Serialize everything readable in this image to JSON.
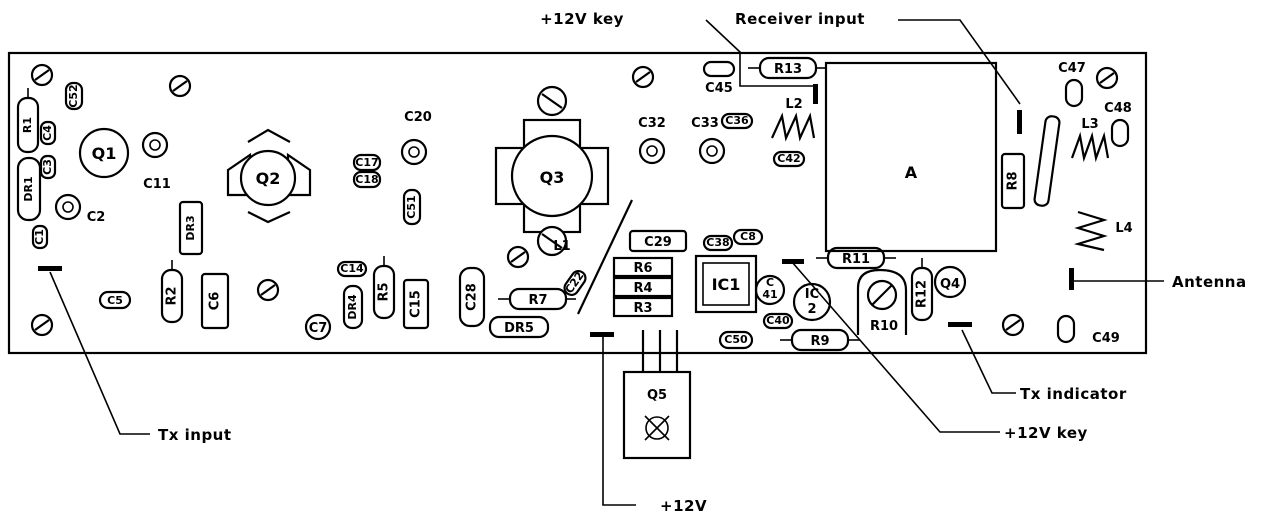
{
  "callouts": {
    "key_top": "+12V key",
    "receiver_input": "Receiver input",
    "antenna": "Antenna",
    "tx_indicator": "Tx indicator",
    "key_bottom": "+12V key",
    "tx_input": "Tx input",
    "plus12v": "+12V"
  },
  "components": {
    "transistors": [
      "Q1",
      "Q2",
      "Q3",
      "Q4",
      "Q5"
    ],
    "ics": [
      "IC1",
      "IC",
      "2"
    ],
    "module": "A",
    "resistors": [
      "R1",
      "R2",
      "R3",
      "R4",
      "R5",
      "R6",
      "R7",
      "R8",
      "R9",
      "R10",
      "R11",
      "R12",
      "R13"
    ],
    "chokes": [
      "DR1",
      "DR3",
      "DR4",
      "DR5"
    ],
    "inductors": [
      "L1",
      "L2",
      "L3",
      "L4"
    ],
    "capacitors": [
      "C2",
      "C5",
      "C6",
      "C7",
      "C11",
      "C15",
      "C20",
      "C28",
      "C29",
      "C32",
      "C33",
      "C45",
      "C47",
      "C48",
      "C49",
      "C50",
      "C14",
      "C40",
      "C",
      "41",
      "C52",
      "C4",
      "C3",
      "C1",
      "C17",
      "C18",
      "C51",
      "C22",
      "C36",
      "C38",
      "C8",
      "C42"
    ]
  }
}
